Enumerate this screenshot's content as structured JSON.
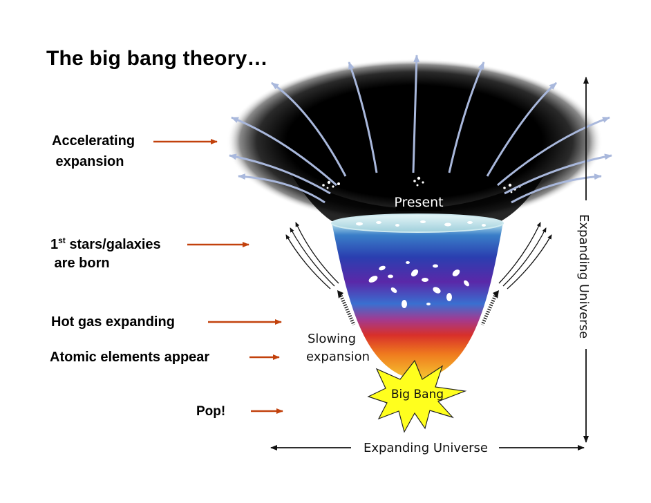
{
  "title": "The big bang theory…",
  "labels": {
    "accelerating_line1": "Accelerating",
    "accelerating_line2": " expansion",
    "stars_sup": "st",
    "stars_line1": "1",
    "stars_line1b": " stars/galaxies",
    "stars_line2": " are born",
    "hot_gas": "Hot gas expanding",
    "atomic": "Atomic elements appear",
    "pop": "Pop!"
  },
  "figure": {
    "present": "Present",
    "slowing_line1": "Slowing",
    "slowing_line2": "expansion",
    "big_bang": "Big Bang"
  },
  "axes": {
    "horizontal": "Expanding Universe",
    "vertical": "Expanding Universe"
  },
  "colors": {
    "pointer_arrow": "#c2410c",
    "expansion_arrow": "#a9b8dc"
  }
}
